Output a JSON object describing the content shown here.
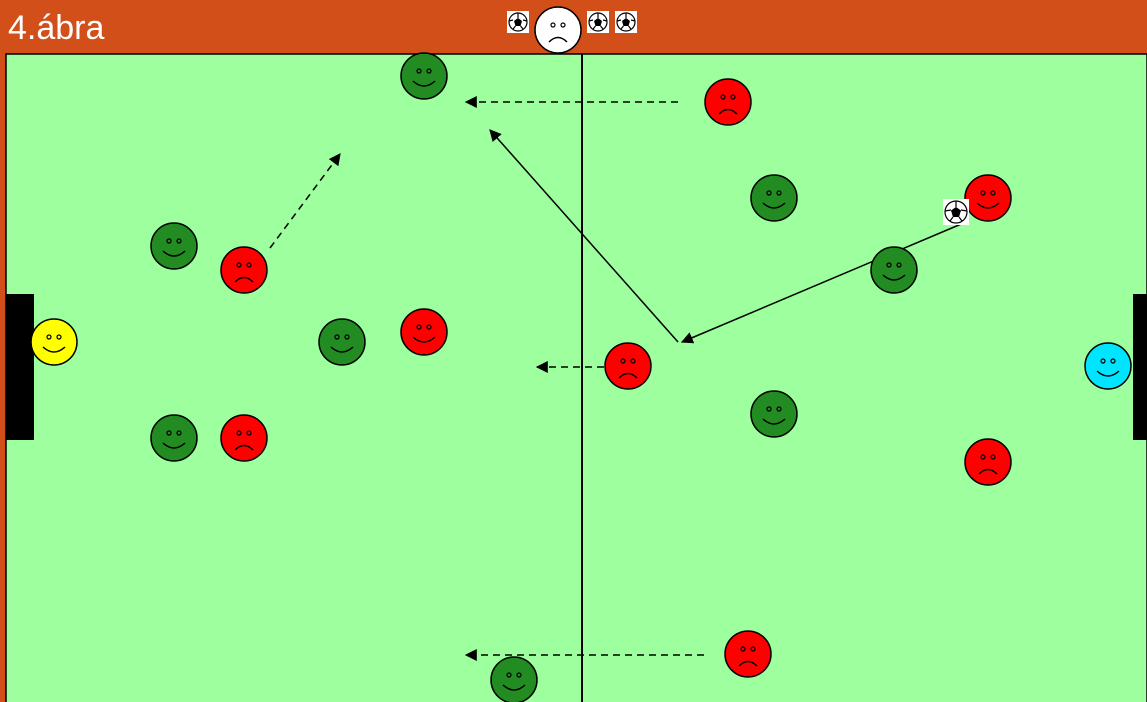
{
  "title": "4.ábra",
  "colors": {
    "background": "#d24f1a",
    "field": "#9eff9e",
    "team_green": "#228b22",
    "team_red": "#ff0000",
    "keeper_left": "#ffff00",
    "keeper_right": "#00e5ff",
    "referee": "#ffffff",
    "goal": "#000000"
  },
  "players": [
    {
      "team": "green",
      "mood": "smile",
      "name": "green-player"
    },
    {
      "team": "green",
      "mood": "smile",
      "name": "green-player"
    },
    {
      "team": "green",
      "mood": "smile",
      "name": "green-player"
    },
    {
      "team": "green",
      "mood": "smile",
      "name": "green-player"
    },
    {
      "team": "green",
      "mood": "smile",
      "name": "green-player"
    },
    {
      "team": "green",
      "mood": "smile",
      "name": "green-player"
    },
    {
      "team": "green",
      "mood": "smile",
      "name": "green-player"
    },
    {
      "team": "green",
      "mood": "smile",
      "name": "green-player"
    },
    {
      "team": "red",
      "mood": "sad",
      "name": "red-player"
    },
    {
      "team": "red",
      "mood": "sad",
      "name": "red-player"
    },
    {
      "team": "red",
      "mood": "sad",
      "name": "red-player"
    },
    {
      "team": "red",
      "mood": "sad",
      "name": "red-player"
    },
    {
      "team": "red",
      "mood": "sad",
      "name": "red-player"
    },
    {
      "team": "red",
      "mood": "sad",
      "name": "red-player"
    },
    {
      "team": "red",
      "mood": "smile",
      "name": "red-player"
    },
    {
      "team": "red",
      "mood": "smile",
      "name": "red-player"
    },
    {
      "team": "keeper_left",
      "mood": "smile",
      "name": "left-goalkeeper"
    },
    {
      "team": "keeper_right",
      "mood": "smile",
      "name": "right-goalkeeper"
    },
    {
      "team": "referee",
      "mood": "sad",
      "name": "referee"
    }
  ],
  "icons": [
    "soccer-ball-icon"
  ]
}
